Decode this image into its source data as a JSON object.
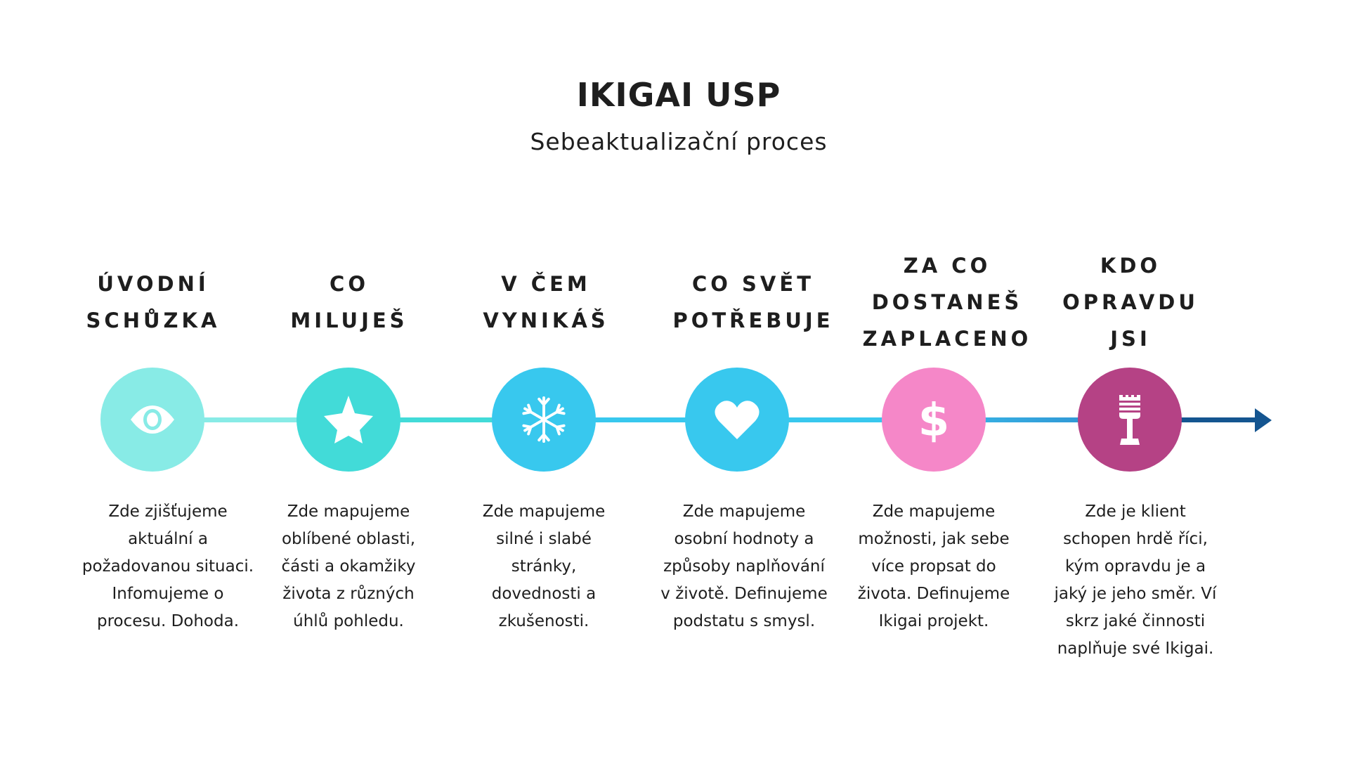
{
  "title": "IKIGAI USP",
  "subtitle": "Sebeaktualizační proces",
  "colors": {
    "step1": "#88ebe6",
    "step2": "#42dbd8",
    "step3": "#38c8ee",
    "step4": "#38c8ee",
    "step5": "#f587c8",
    "step6": "#b54285",
    "arrow": "#145590"
  },
  "steps": [
    {
      "heading": [
        "ÚVODNÍ",
        "SCHŮZKA"
      ],
      "icon": "eye-icon",
      "desc": [
        "Zde zjišťujeme",
        "aktuální a",
        "požadovanou situaci.",
        "Infomujeme o",
        "procesu. Dohoda."
      ]
    },
    {
      "heading": [
        "CO",
        "MILUJEŠ"
      ],
      "icon": "star-icon",
      "desc": [
        "Zde mapujeme",
        "oblíbené oblasti,",
        "části a okamžiky",
        "života z různých",
        "úhlů pohledu."
      ]
    },
    {
      "heading": [
        "V ČEM",
        "VYNIKÁŠ"
      ],
      "icon": "snowflake-icon",
      "desc": [
        "Zde mapujeme",
        "silné i slabé",
        "stránky,",
        "dovednosti a",
        "zkušenosti."
      ]
    },
    {
      "heading": [
        "CO SVĚT",
        "POTŘEBUJE"
      ],
      "icon": "heart-icon",
      "desc": [
        "Zde mapujeme",
        "osobní hodnoty a",
        "způsoby naplňování",
        "v životě. Definujeme",
        "podstatu s smysl."
      ]
    },
    {
      "heading": [
        "ZA CO",
        "DOSTANEŠ",
        "ZAPLACENO"
      ],
      "icon": "dollar-icon",
      "desc": [
        "Zde mapujeme",
        "možnosti, jak sebe",
        "více propsat do",
        "života. Definujeme",
        "Ikigai projekt."
      ]
    },
    {
      "heading": [
        "KDO",
        "OPRAVDU",
        "JSI"
      ],
      "icon": "totem-icon",
      "desc": [
        "Zde je klient",
        "schopen hrdě říci,",
        "kým opravdu je a",
        "jaký je jeho směr. Ví",
        "skrz jaké činnosti",
        "naplňuje své Ikigai."
      ]
    }
  ]
}
